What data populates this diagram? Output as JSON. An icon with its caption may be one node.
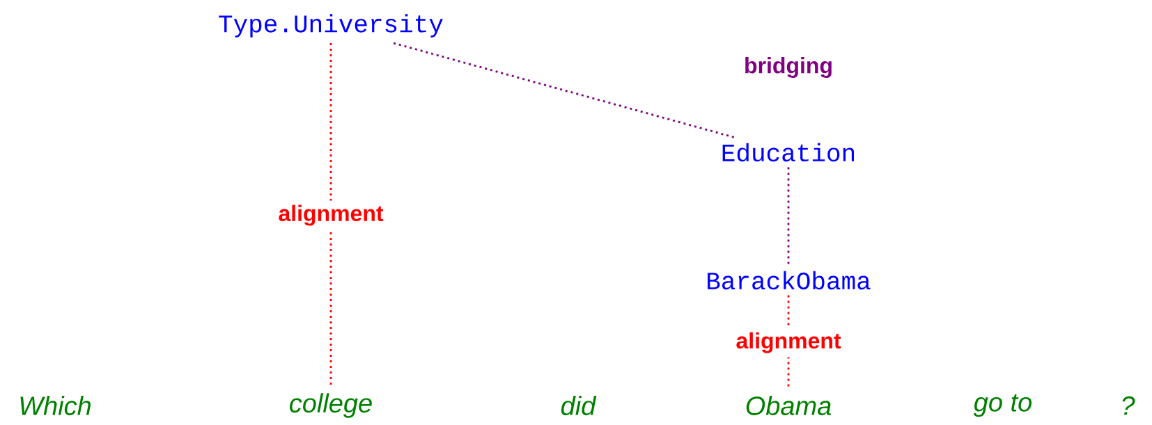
{
  "diagram": {
    "nodes": [
      {
        "text": [
          "Type.University"
        ]
      },
      {
        "text": [
          "Education"
        ]
      },
      {
        "text": [
          "BarackObama"
        ]
      },
      {
        "text": [
          "Which"
        ]
      },
      {
        "text": [
          "college"
        ]
      },
      {
        "text": [
          "did"
        ]
      },
      {
        "text": [
          "Obama"
        ]
      },
      {
        "text": [
          "go to"
        ]
      },
      {
        "text": [
          "?"
        ]
      }
    ],
    "edges": [
      {
        "from": 0,
        "to": 4,
        "arrow": "none",
        "label": "alignment",
        "style": "dashed",
        "color": "#ff0000"
      },
      {
        "from": 0,
        "to": 1,
        "arrow": "none",
        "style": "dashed",
        "color": "#800080"
      },
      {
        "from": 1,
        "to": 2,
        "arrow": "none",
        "style": "dashed",
        "color": "#800080"
      },
      {
        "from": 2,
        "to": 6,
        "arrow": "none",
        "label": "alignment",
        "style": "dashed",
        "color": "#ff0000"
      }
    ],
    "labels": [
      "bridging"
    ]
  }
}
